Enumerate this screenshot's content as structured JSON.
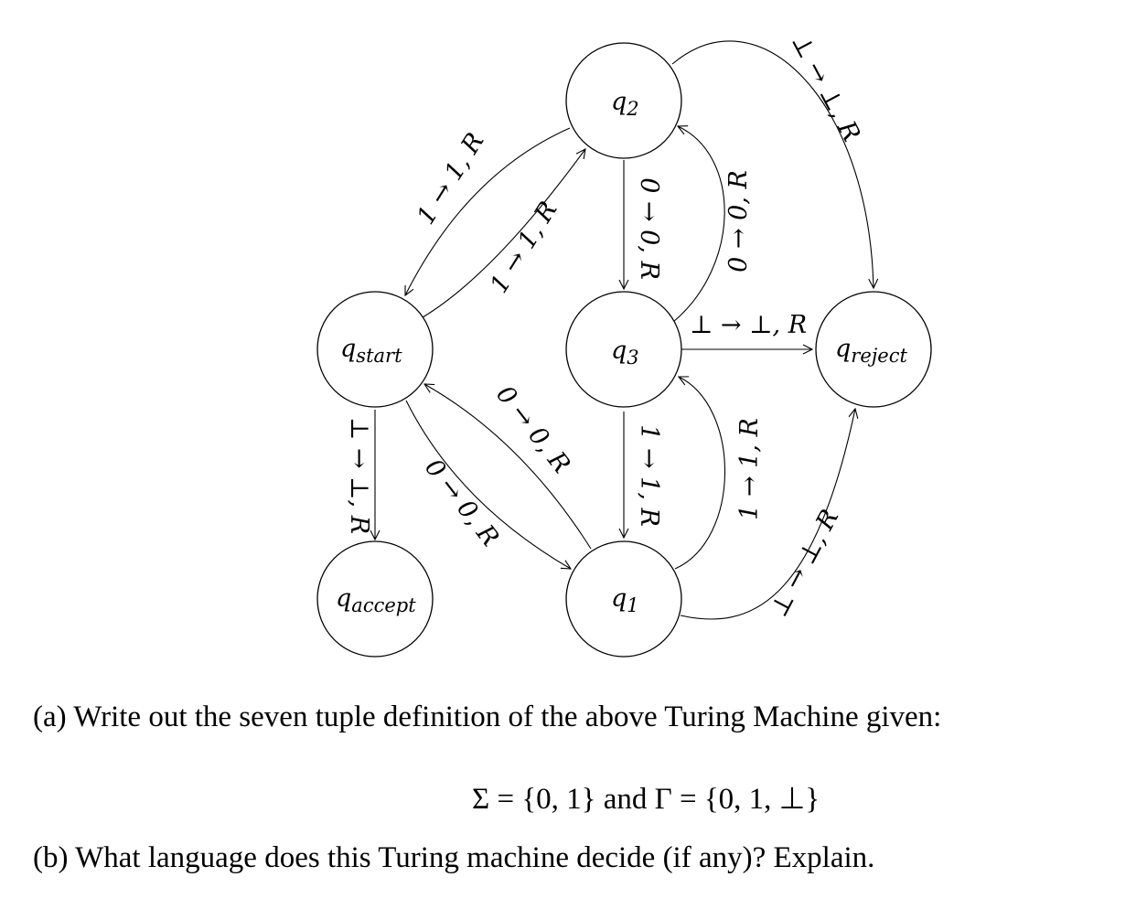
{
  "diagram": {
    "states": [
      {
        "id": "q2",
        "base": "q",
        "sub": "2"
      },
      {
        "id": "q3",
        "base": "q",
        "sub": "3"
      },
      {
        "id": "q1",
        "base": "q",
        "sub": "1"
      },
      {
        "id": "qstart",
        "base": "q",
        "sub": "start"
      },
      {
        "id": "qaccept",
        "base": "q",
        "sub": "accept"
      },
      {
        "id": "qreject",
        "base": "q",
        "sub": "reject"
      }
    ],
    "transitions": [
      {
        "from": "q2",
        "to": "qstart",
        "label": "1 → 1, R"
      },
      {
        "from": "qstart",
        "to": "q2",
        "label": "1 → 1, R"
      },
      {
        "from": "q2",
        "to": "q3",
        "label": "0 → 0, R"
      },
      {
        "from": "q3",
        "to": "q2",
        "label": "0 → 0, R"
      },
      {
        "from": "q2",
        "to": "qreject",
        "label": "⊥ → ⊥, R"
      },
      {
        "from": "q3",
        "to": "qreject",
        "label": "⊥ → ⊥, R"
      },
      {
        "from": "q3",
        "to": "q1",
        "label": "1 → 1, R"
      },
      {
        "from": "q1",
        "to": "q3",
        "label": "1 → 1, R"
      },
      {
        "from": "q1",
        "to": "qstart",
        "label": "0 → 0, R"
      },
      {
        "from": "qstart",
        "to": "q1",
        "label": "0 → 0, R"
      },
      {
        "from": "qstart",
        "to": "qaccept",
        "label": "⊥ → ⊥, R"
      },
      {
        "from": "q1",
        "to": "qreject",
        "label": "⊥ → ⊥, R"
      }
    ]
  },
  "questions": {
    "part_a": "(a)  Write out the seven tuple definition of the above Turing Machine given:",
    "formula": "Σ = {0, 1} and Γ = {0, 1, ⊥}",
    "part_b": "(b)  What language does this Turing machine decide (if any)? Explain."
  }
}
